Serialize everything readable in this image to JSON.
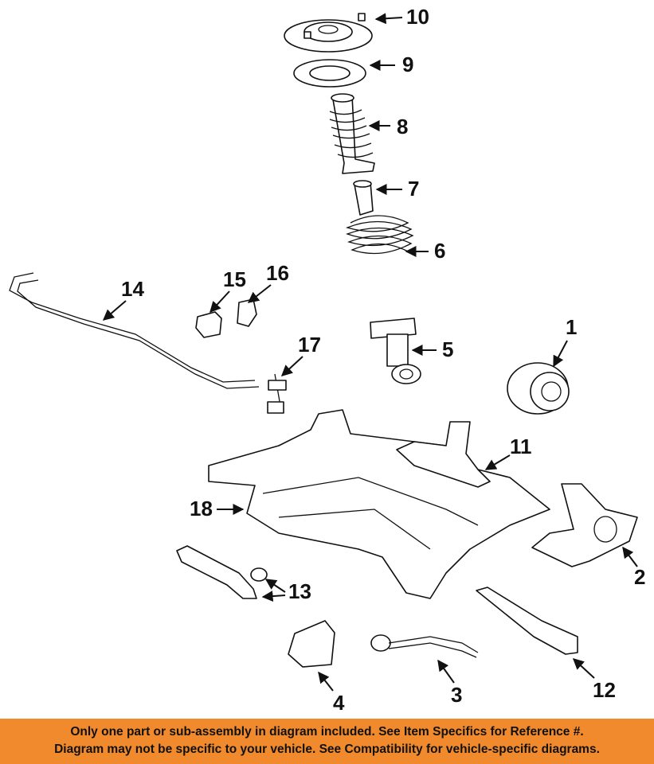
{
  "callouts": {
    "c1": "1",
    "c2": "2",
    "c3": "3",
    "c4": "4",
    "c5": "5",
    "c6": "6",
    "c7": "7",
    "c8": "8",
    "c9": "9",
    "c10": "10",
    "c11": "11",
    "c12": "12",
    "c13": "13",
    "c14": "14",
    "c15": "15",
    "c16": "16",
    "c17": "17",
    "c18": "18"
  },
  "footer": {
    "line1": "Only one part or sub-assembly in diagram included. See Item Specifics for Reference #.",
    "line2": "Diagram may not be specific to your vehicle. See Compatibility for vehicle-specific diagrams."
  },
  "colors": {
    "footer_bg": "#f08a2c",
    "line": "#111111",
    "background": "#ffffff"
  }
}
